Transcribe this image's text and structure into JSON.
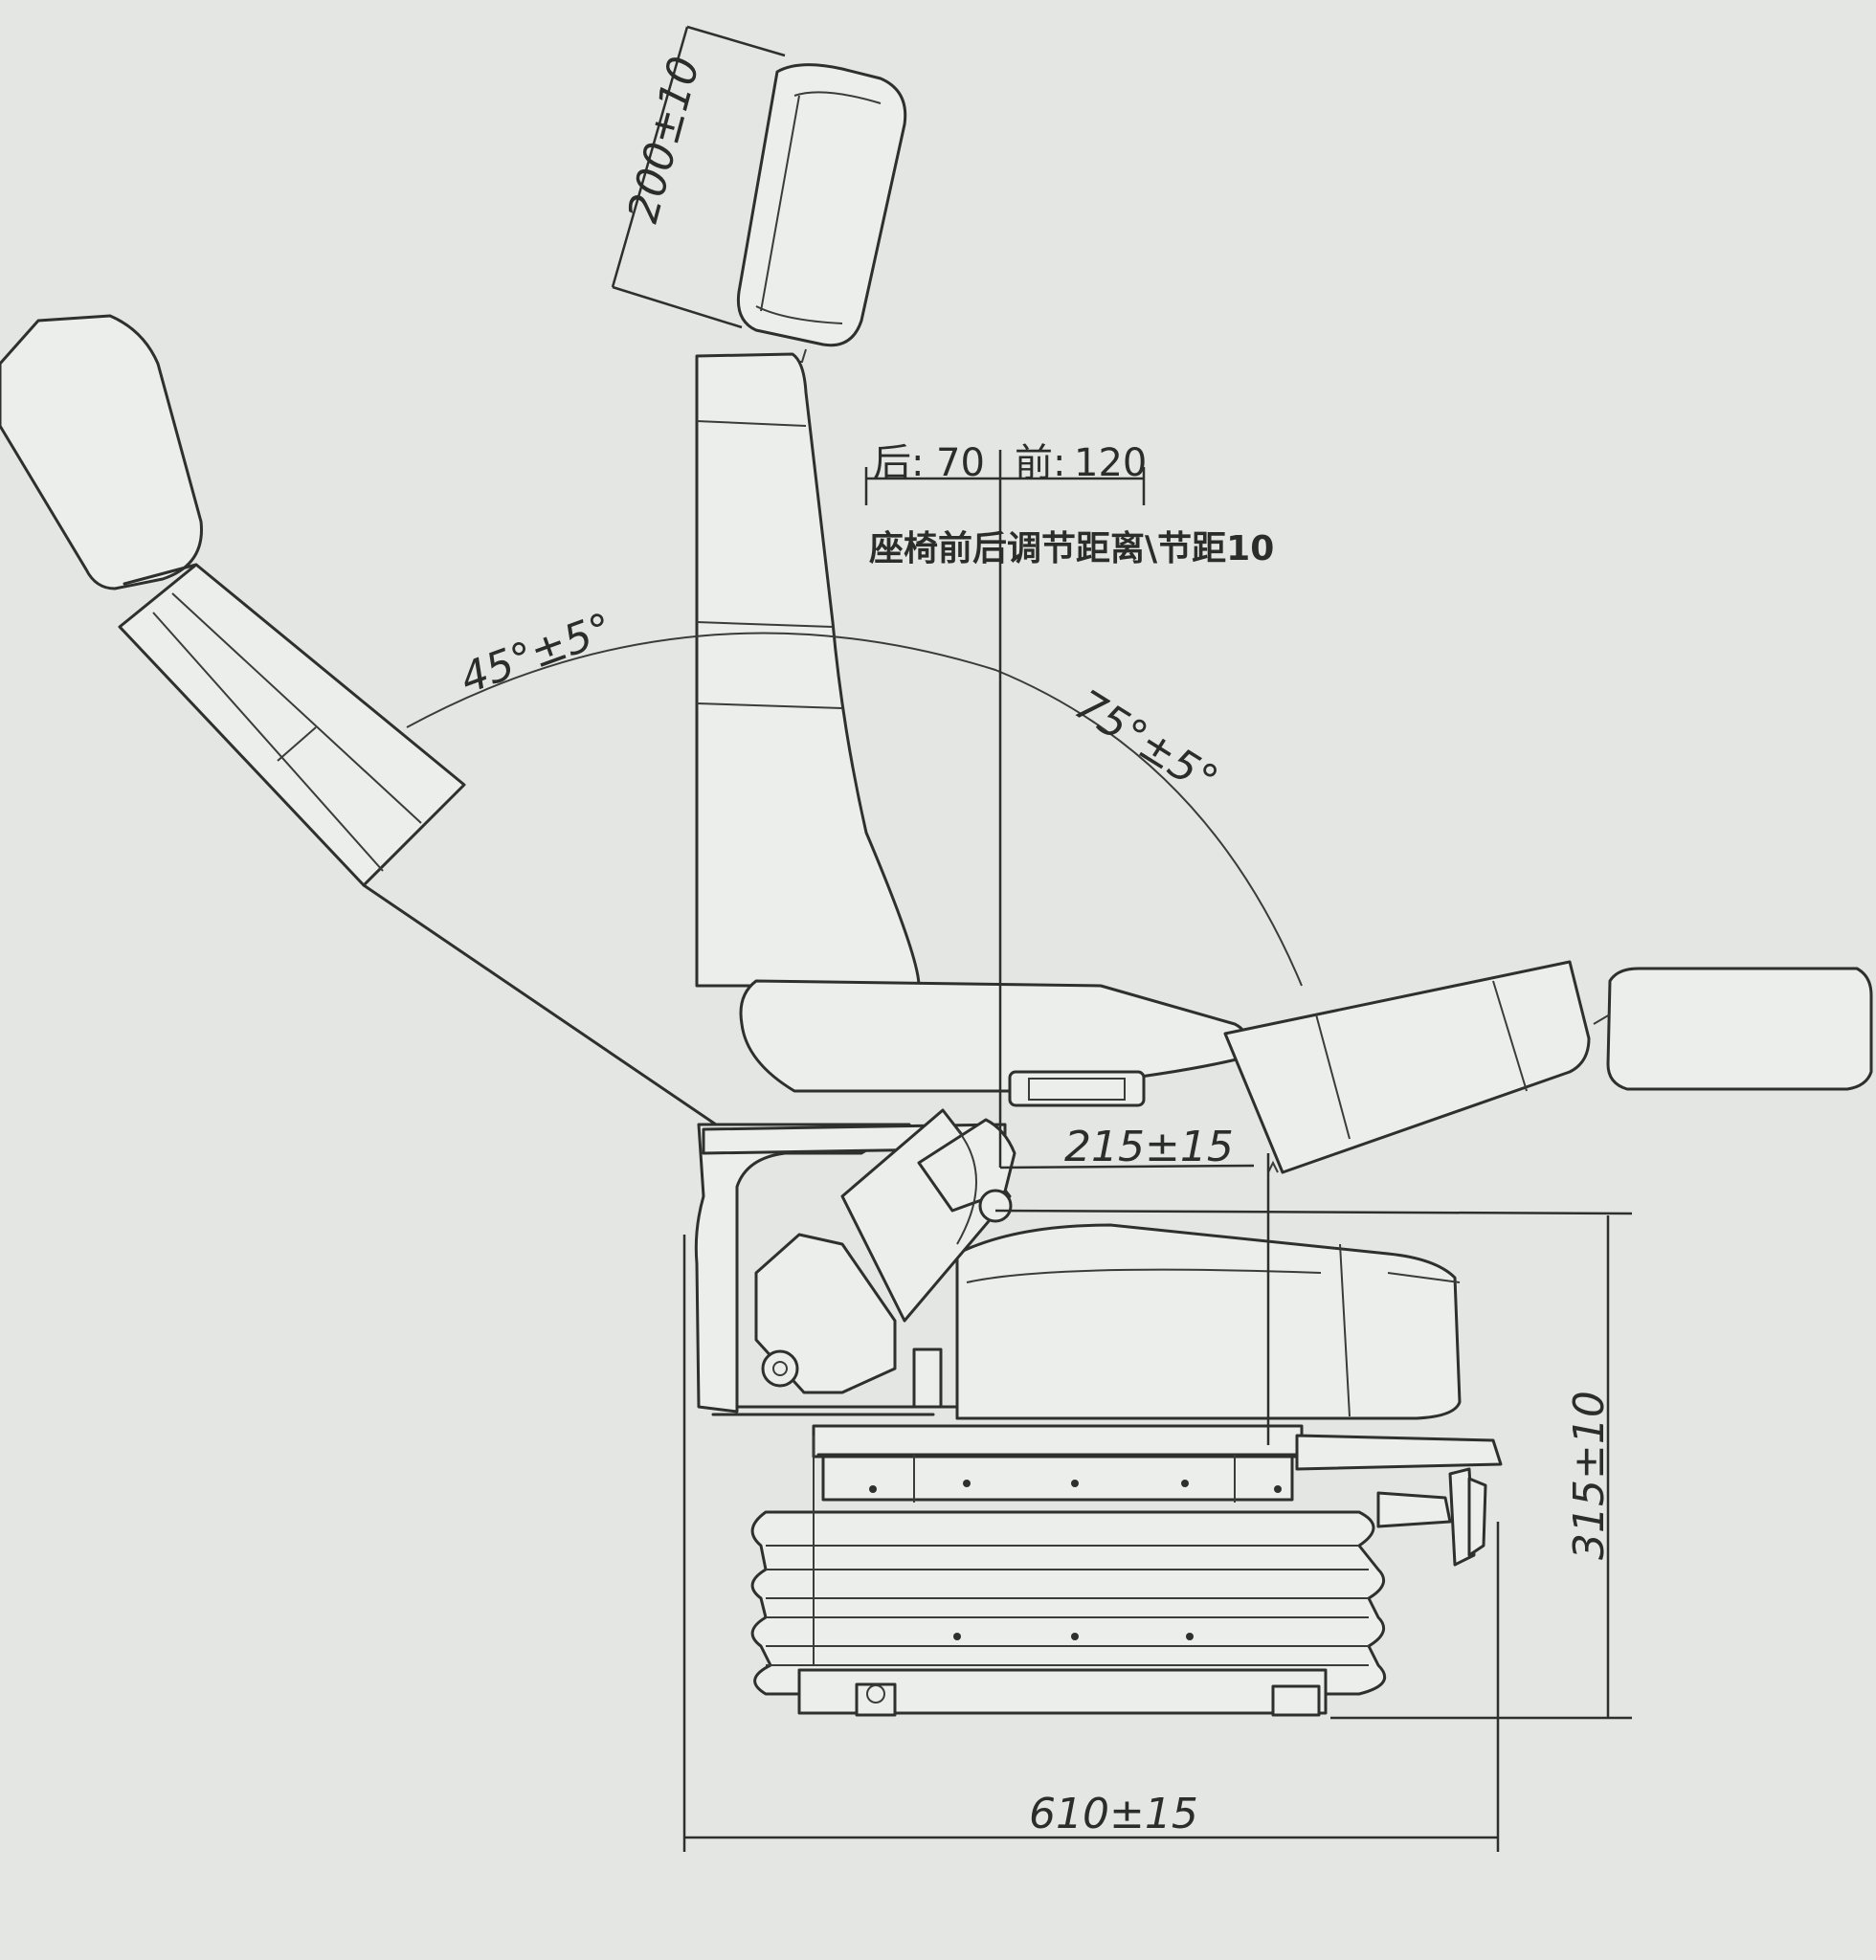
{
  "dimensions": {
    "headrest_height": "200±10",
    "recline_back_angle": "45°±5°",
    "recline_forward_angle": "75°±5°",
    "armrest_offset": "215±15",
    "base_height": "315±10",
    "overall_width": "610±15"
  },
  "adjustment_note": {
    "rear_label": "后:",
    "rear_value": "70",
    "front_label": "前:",
    "front_value": "120",
    "description": "座椅前后调节距离\\节距10"
  }
}
